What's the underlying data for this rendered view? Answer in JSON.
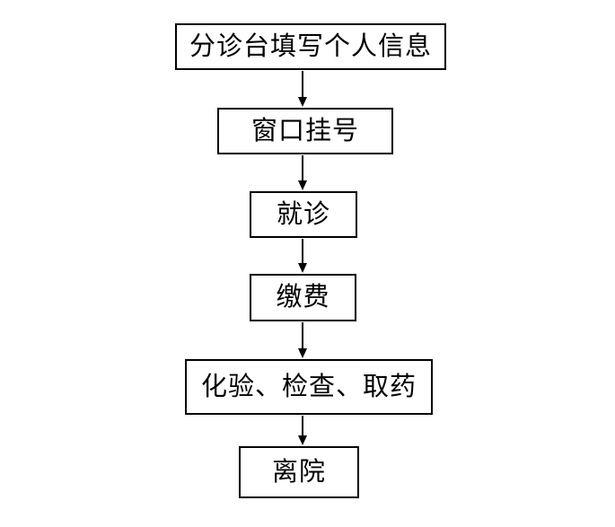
{
  "diagram": {
    "type": "flowchart",
    "direction": "top-to-bottom",
    "steps": [
      {
        "id": "triage",
        "label": "分诊台填写个人信息"
      },
      {
        "id": "registration",
        "label": "窗口挂号"
      },
      {
        "id": "consultation",
        "label": "就诊"
      },
      {
        "id": "payment",
        "label": "缴费"
      },
      {
        "id": "tests-pickup",
        "label": "化验、检查、取药"
      },
      {
        "id": "discharge",
        "label": "离院"
      }
    ],
    "connections": [
      {
        "from": "triage",
        "to": "registration"
      },
      {
        "from": "registration",
        "to": "consultation"
      },
      {
        "from": "consultation",
        "to": "payment"
      },
      {
        "from": "payment",
        "to": "tests-pickup"
      },
      {
        "from": "tests-pickup",
        "to": "discharge"
      }
    ],
    "colors": {
      "background": "#ffffff",
      "box_fill": "#ffffff",
      "box_border": "#000000",
      "text": "#000000",
      "arrow": "#000000"
    }
  }
}
